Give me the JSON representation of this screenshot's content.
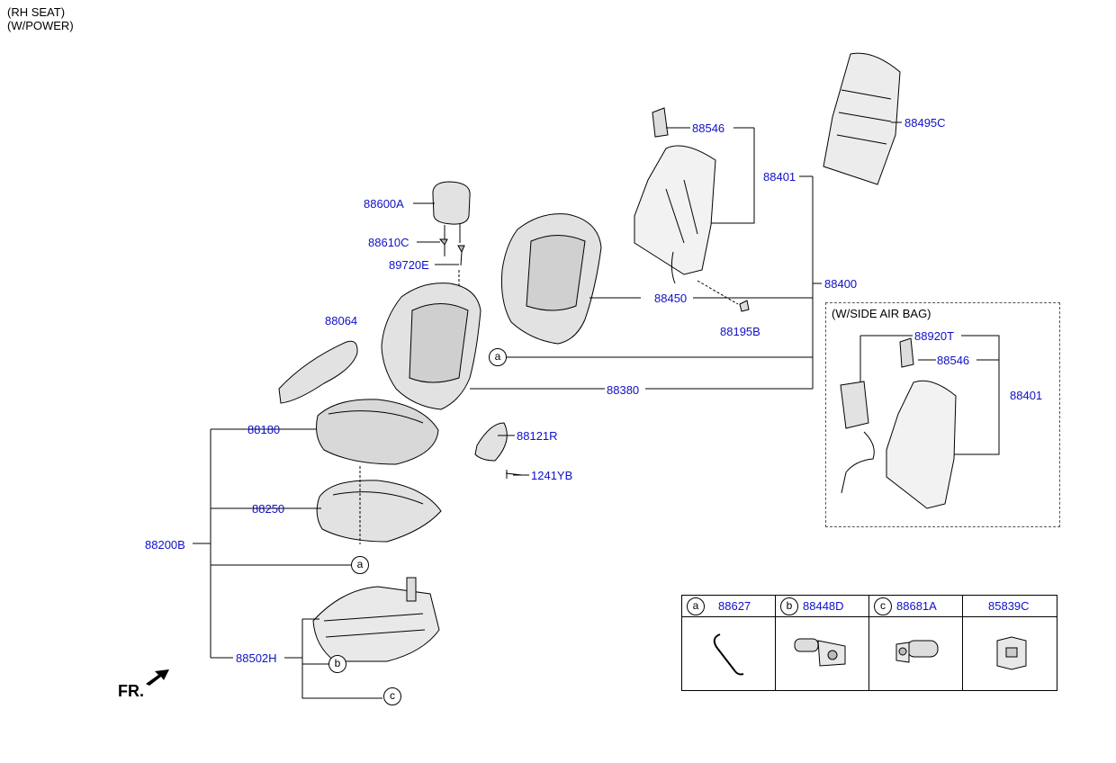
{
  "header": {
    "line1": "(RH SEAT)",
    "line2": "(W/POWER)"
  },
  "variant_box": {
    "title": "(W/SIDE AIR BAG)"
  },
  "front_label": "FR.",
  "parts": {
    "p88600A": "88600A",
    "p88610C": "88610C",
    "p89720E": "89720E",
    "p88064": "88064",
    "p88180": "88180",
    "p88121R": "88121R",
    "p1241YB": "1241YB",
    "p88250": "88250",
    "p88200B": "88200B",
    "p88502H": "88502H",
    "p88380": "88380",
    "p88450": "88450",
    "p88195B": "88195B",
    "p88546": "88546",
    "p88401": "88401",
    "p88400": "88400",
    "p88495C": "88495C",
    "p88920T": "88920T",
    "p88546b": "88546",
    "p88401b": "88401"
  },
  "refs": {
    "a": "a",
    "b": "b",
    "c": "c"
  },
  "legend": [
    {
      "ref": "a",
      "part": "88627"
    },
    {
      "ref": "b",
      "part": "88448D"
    },
    {
      "ref": "c",
      "part": "88681A"
    },
    {
      "ref": "",
      "part": "85839C"
    }
  ],
  "colors": {
    "part_number": "#1010c8",
    "line": "#000000",
    "part_fill": "#e2e2e2"
  }
}
